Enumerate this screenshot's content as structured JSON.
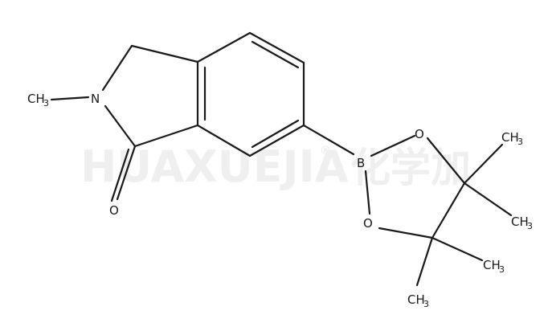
{
  "watermark": {
    "latin": "HUAXUEJIA",
    "registered": "®",
    "chinese": "化学加"
  },
  "labels": {
    "n_methyl": {
      "main": "CH",
      "sub": "3"
    },
    "nitrogen": "N",
    "carbonyl_oxygen": "O",
    "boron": "B",
    "ring_oxygen_top": "O",
    "ring_oxygen_bottom": "O",
    "methyl_top_right": {
      "main": "CH",
      "sub": "3"
    },
    "methyl_right": {
      "main": "CH",
      "sub": "3"
    },
    "methyl_lower_right": {
      "main": "CH",
      "sub": "3"
    },
    "methyl_bottom": {
      "main": "CH",
      "sub": "3"
    }
  }
}
